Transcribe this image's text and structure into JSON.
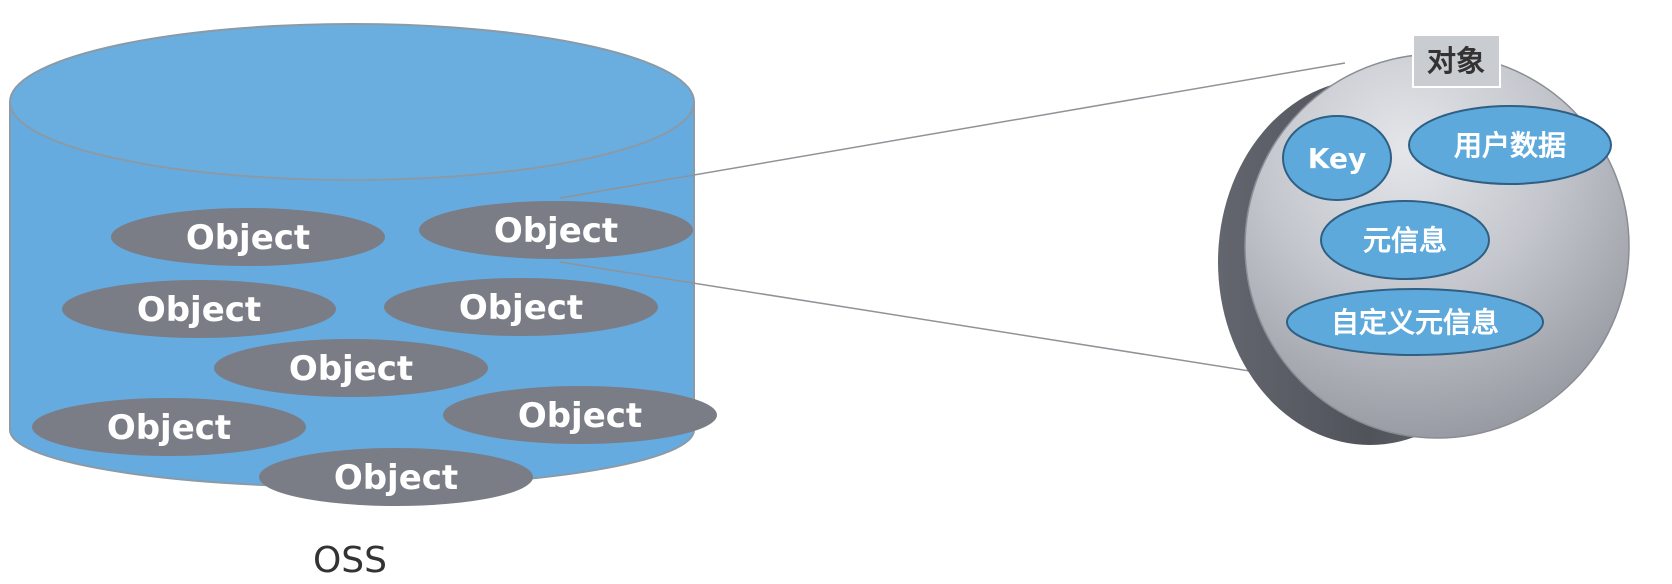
{
  "storage": {
    "label": "OSS",
    "objects": [
      "Object",
      "Object",
      "Object",
      "Object",
      "Object",
      "Object",
      "Object",
      "Object"
    ]
  },
  "detail": {
    "title": "对象",
    "parts": [
      "Key",
      "用户数据",
      "元信息",
      "自定义元信息"
    ]
  },
  "colors": {
    "cylinder_fill": "#66abdf",
    "cylinder_stroke": "#8a9aa6",
    "object_fill": "#7a7d85",
    "sphere_light": "#d9dce1",
    "sphere_dark": "#6f727b",
    "bubble_fill": "#5ea9dc"
  }
}
